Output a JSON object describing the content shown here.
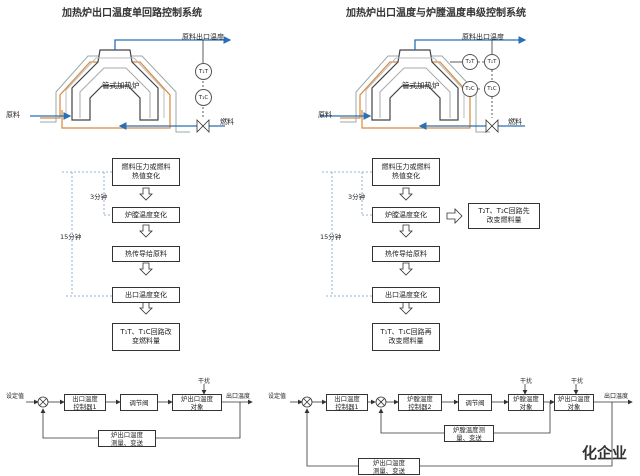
{
  "left": {
    "title": "加热炉出口温度单回路控制系统",
    "process": {
      "furnace_label": "管式加热炉",
      "outlet_label": "原料出口温度",
      "inlet_label": "原料",
      "fuel_label": "燃料",
      "tt_label": "T₁T",
      "tc_label": "T₁C"
    },
    "flow_steps": [
      "燃料压力或燃料\n热值变化",
      "炉膛温度变化",
      "热传导给原料",
      "出口温度变化",
      "T₁T、T₁C回路改\n变燃料量"
    ],
    "time_short": "3分钟",
    "time_long": "15分钟",
    "block": {
      "setpoint": "设定值",
      "controller": "出口温度\n控制器1",
      "valve": "调节阀",
      "plant": "炉出口温度\n对象",
      "disturbance": "干扰",
      "output": "出口温度",
      "feedback": "炉出口温度\n测量、变送"
    }
  },
  "right": {
    "title": "加热炉出口温度与炉膛温度串级控制系统",
    "process": {
      "furnace_label": "管式加热炉",
      "outlet_label": "原料出口温度",
      "inlet_label": "原料",
      "fuel_label": "燃料",
      "t1t_label": "T₁T",
      "t1c_label": "T₁C",
      "t2t_label": "T₂T",
      "t2c_label": "T₂C"
    },
    "flow_steps": [
      "燃料压力或燃料\n热值变化",
      "炉膛温度变化",
      "热传导给原料",
      "出口温度变化",
      "T₁T、T₁C回路再\n改变燃料量"
    ],
    "side_box": "T₂T、T₂C回路先\n改变燃料量",
    "time_short": "3分钟",
    "time_long": "15分钟",
    "block": {
      "setpoint": "设定值",
      "controller1": "出口温度\n控制器1",
      "controller2": "炉膛温度\n控制器2",
      "valve": "调节阀",
      "plant2": "炉膛温度\n对象",
      "plant1": "炉出口温度\n对象",
      "disturbance1": "干扰",
      "disturbance2": "干扰",
      "output": "出口温度",
      "feedback2": "炉膛温度测\n量、变送",
      "feedback1": "炉出口温度\n测量、变送"
    }
  },
  "watermark": "化企业",
  "colors": {
    "pipe_blue": "#2a6fb5",
    "pipe_orange": "#d9893b",
    "line": "#333333",
    "dash": "#7a9cc0"
  }
}
